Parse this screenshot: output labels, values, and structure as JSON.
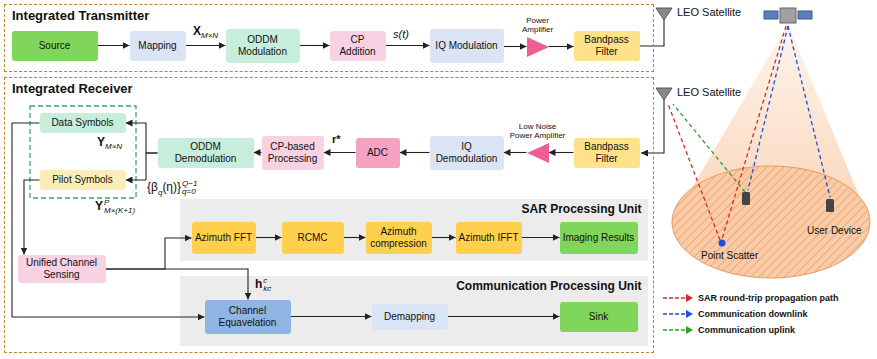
{
  "diagram": {
    "nodes": [
      {
        "text": [
          "Integrated Transmitter"
        ]
      },
      {
        "text": [
          "Source"
        ],
        "in": 0
      },
      {
        "text": [
          "Mapping"
        ],
        "in": 0
      },
      {
        "text": [
          "ODDM Modulation"
        ],
        "in": 0
      },
      {
        "text": [
          "CP Addition"
        ],
        "in": 0
      },
      {
        "text": [
          "IQ Modulation"
        ],
        "in": 0
      },
      {
        "text": [
          "Power Amplifier"
        ],
        "in": 0
      },
      {
        "text": [
          "Bandpass Filter"
        ],
        "in": 0
      },
      {
        "text": [
          "Integrated Receiver"
        ]
      },
      {
        "text": [
          "Data Symbols"
        ],
        "in": 8
      },
      {
        "text": [
          "Pilot Symbols"
        ],
        "in": 8
      },
      {
        "text": [
          "ODDM Demodulation"
        ],
        "in": 8
      },
      {
        "text": [
          "CP-based Processing"
        ],
        "in": 8
      },
      {
        "text": [
          "ADC"
        ],
        "in": 8
      },
      {
        "text": [
          "IQ Demodulation"
        ],
        "in": 8
      },
      {
        "text": [
          "Low Noise Power Amplifier"
        ],
        "in": 8
      },
      {
        "text": [
          "Bandpass Filter"
        ],
        "in": 8
      },
      {
        "text": [
          "SAR Processing Unit"
        ],
        "in": 8
      },
      {
        "text": [
          "Azimuth FFT"
        ],
        "in": 17
      },
      {
        "text": [
          "RCMC"
        ],
        "in": 17
      },
      {
        "text": [
          "Azimuth compression"
        ],
        "in": 17
      },
      {
        "text": [
          "Azimuth IFFT"
        ],
        "in": 17
      },
      {
        "text": [
          "Imaging Results"
        ],
        "in": 17
      },
      {
        "text": [
          "Unified Channel Sensing"
        ],
        "in": 8
      },
      {
        "text": [
          "Communication Processing Unit"
        ],
        "in": 8
      },
      {
        "text": [
          "Channel Equavelation"
        ],
        "in": 24
      },
      {
        "text": [
          "Demapping"
        ],
        "in": 24
      },
      {
        "text": [
          "Sink"
        ],
        "in": 24
      }
    ],
    "edges": [
      {
        "from": 1,
        "to": 2,
        "arrow": "to"
      },
      {
        "from": 2,
        "to": 3,
        "arrow": "to"
      },
      {
        "from": 3,
        "to": 4,
        "arrow": "to"
      },
      {
        "from": 4,
        "to": 5,
        "arrow": "to"
      },
      {
        "from": 5,
        "to": 6,
        "arrow": "to"
      },
      {
        "from": 6,
        "to": 7,
        "arrow": "to"
      },
      {
        "from": 16,
        "to": 15,
        "arrow": "to"
      },
      {
        "from": 15,
        "to": 14,
        "arrow": "to"
      },
      {
        "from": 14,
        "to": 13,
        "arrow": "to"
      },
      {
        "from": 13,
        "to": 12,
        "arrow": "to"
      },
      {
        "from": 12,
        "to": 11,
        "arrow": "to"
      },
      {
        "from": 11,
        "to": 9,
        "arrow": "to"
      },
      {
        "from": 11,
        "to": 10,
        "arrow": "to"
      },
      {
        "from": 9,
        "to": 25,
        "arrow": "to"
      },
      {
        "from": 10,
        "to": 23,
        "arrow": "to"
      },
      {
        "from": 23,
        "to": 18,
        "arrow": "to"
      },
      {
        "from": 23,
        "to": 25,
        "arrow": "to"
      },
      {
        "from": 18,
        "to": 19,
        "arrow": "to"
      },
      {
        "from": 19,
        "to": 20,
        "arrow": "to"
      },
      {
        "from": 20,
        "to": 21,
        "arrow": "to"
      },
      {
        "from": 21,
        "to": 22,
        "arrow": "to"
      },
      {
        "from": 25,
        "to": 26,
        "arrow": "to"
      },
      {
        "from": 26,
        "to": 27,
        "arrow": "to"
      }
    ],
    "labels": [
      "LEO Satellite",
      "LEO Satellite",
      "User Device",
      "Point Scatter",
      "X",
      "M×N",
      "s(t)",
      "r*",
      "Y",
      "M×N",
      "Y",
      "P",
      "M×(K+1)",
      "{β",
      "q",
      "(η)}",
      "Q−1",
      "q=0",
      "h",
      "c",
      "kc"
    ],
    "legend": [
      {
        "text": "SAR round-trip propagation path"
      },
      {
        "text": "Communication downlink"
      },
      {
        "text": "Communication uplink"
      }
    ]
  }
}
